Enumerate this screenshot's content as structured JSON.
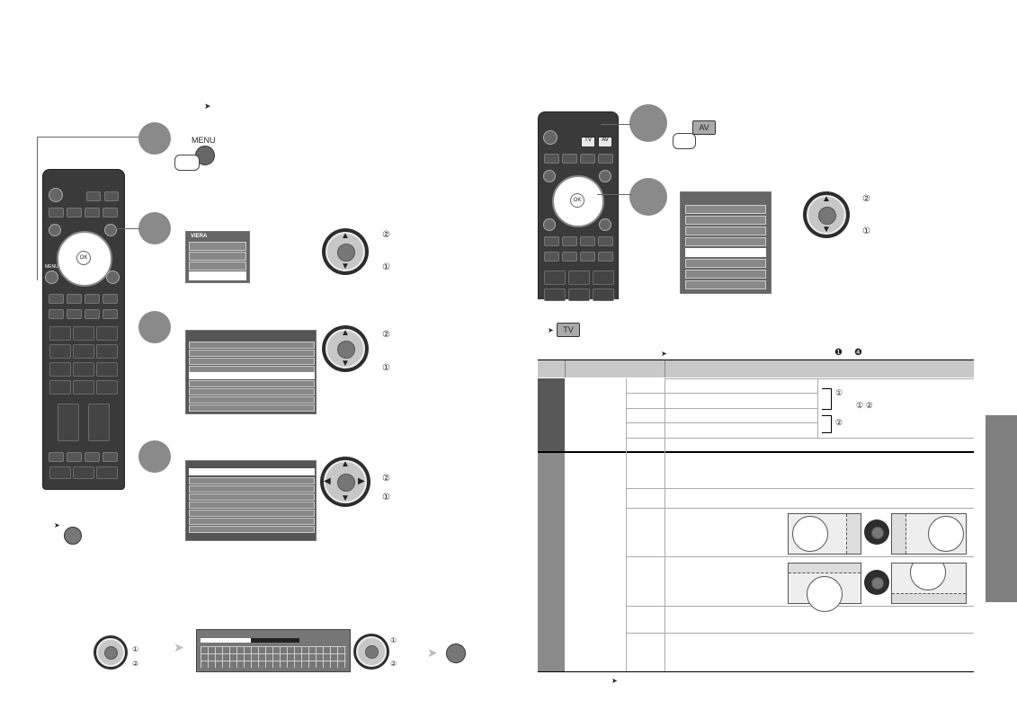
{
  "left_page": {
    "step_labels": [
      "MENU",
      "MENU",
      "OK"
    ],
    "remote_dpad_label": "OK",
    "callouts": [
      "②",
      "①",
      "②",
      "①",
      "②",
      "①"
    ],
    "screen1_logo": "VIERA",
    "bottom_callouts": [
      "①",
      "②",
      "①",
      "②"
    ]
  },
  "right_page": {
    "buttons": {
      "tv": "TV",
      "av": "AV",
      "av_big": "AV",
      "tv_ref": "TV"
    },
    "callouts": [
      "②",
      "①"
    ],
    "table_header_refs": [
      "❶",
      "❹"
    ],
    "table_note_a": "①",
    "table_note_b": "① ②",
    "table_note_c": "②"
  },
  "colors": {
    "step_circle": "#8a8a8a",
    "remote_body": "#3a3a3a",
    "side_tab": "#808080"
  },
  "icons": [
    "arrow-right-icon",
    "hand-pointer-icon",
    "ok-button-icon",
    "dpad-icon"
  ]
}
